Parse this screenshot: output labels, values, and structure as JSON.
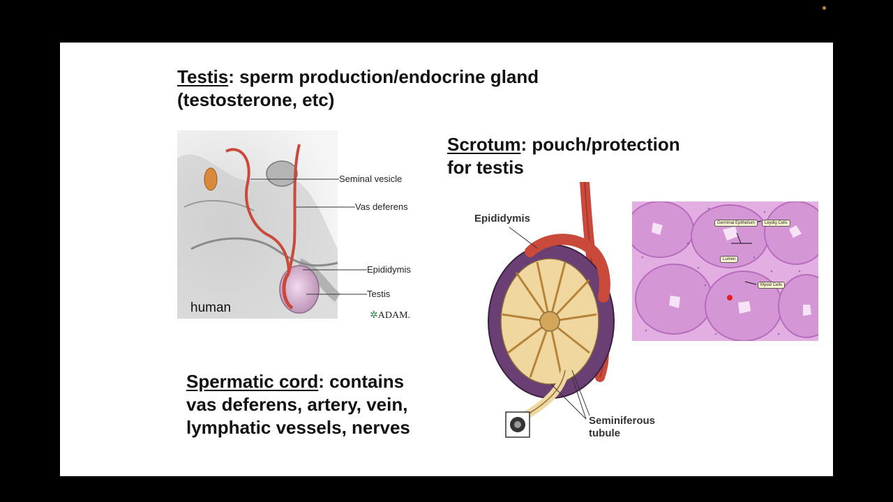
{
  "slide": {
    "testis": {
      "term": "Testis",
      "rest": ": sperm production/endocrine gland",
      "line2": "(testosterone, etc)"
    },
    "scrotum": {
      "term": "Scrotum",
      "rest": ": pouch/protection",
      "line2": "for testis"
    },
    "spermatic_cord": {
      "term": "Spermatic cord",
      "rest": ": contains",
      "line2": "vas deferens, artery, vein,",
      "line3": "lymphatic vessels, nerves"
    }
  },
  "anatomy_figure": {
    "labels": [
      "Seminal vesicle",
      "Vas deferens",
      "Epididymis",
      "Testis"
    ],
    "caption": "human",
    "credit": "ADAM.",
    "credit_icon": "adam-logo-icon"
  },
  "testis_section_figure": {
    "labels": {
      "epididymis": "Epididymis",
      "seminiferous_line1": "Seminiferous",
      "seminiferous_line2": "tubule"
    }
  },
  "histology_figure": {
    "labels": [
      "Germinal Epithelium",
      "Leydig Cells",
      "Lumen",
      "Myoid Cells"
    ]
  },
  "colors": {
    "accent": "#c8862a",
    "vessel": "#c94a3a",
    "histology_bg": "#e8b4e6",
    "tubule": "#d4a65a"
  }
}
